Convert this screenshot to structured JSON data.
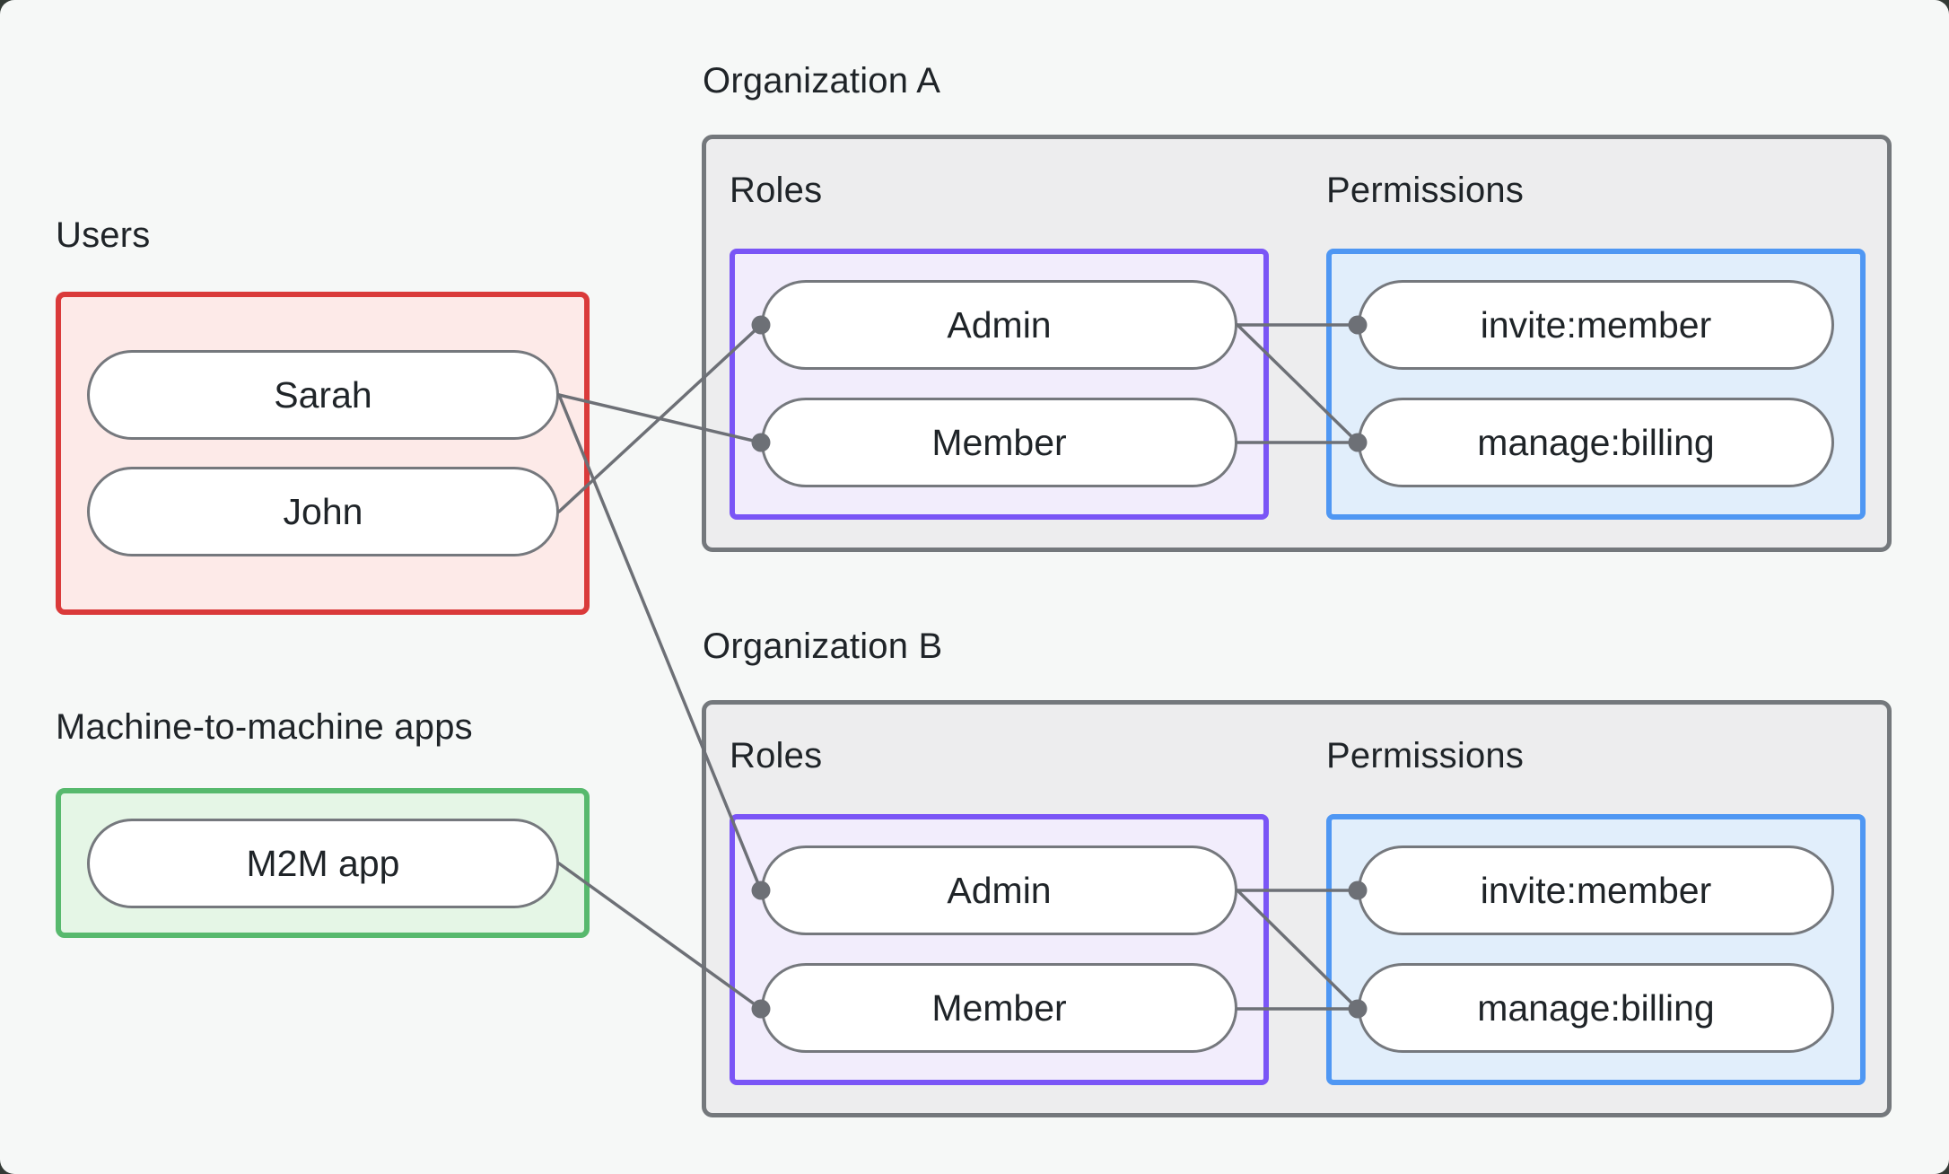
{
  "groups": {
    "users": {
      "label": "Users",
      "items": [
        "Sarah",
        "John"
      ]
    },
    "m2m": {
      "label": "Machine-to-machine apps",
      "items": [
        "M2M app"
      ]
    }
  },
  "organizations": [
    {
      "title": "Organization A",
      "roles_label": "Roles",
      "permissions_label": "Permissions",
      "roles": [
        "Admin",
        "Member"
      ],
      "permissions": [
        "invite:member",
        "manage:billing"
      ]
    },
    {
      "title": "Organization B",
      "roles_label": "Roles",
      "permissions_label": "Permissions",
      "roles": [
        "Admin",
        "Member"
      ],
      "permissions": [
        "invite:member",
        "manage:billing"
      ]
    }
  ],
  "connections": [
    {
      "from": "Sarah",
      "to": "Organization A / Member"
    },
    {
      "from": "John",
      "to": "Organization A / Admin"
    },
    {
      "from": "Sarah",
      "to": "Organization B / Admin"
    },
    {
      "from": "M2M app",
      "to": "Organization B / Member"
    },
    {
      "from": "Organization A / Admin",
      "to": "Organization A / invite:member"
    },
    {
      "from": "Organization A / Admin",
      "to": "Organization A / manage:billing"
    },
    {
      "from": "Organization A / Member",
      "to": "Organization A / manage:billing"
    },
    {
      "from": "Organization B / Admin",
      "to": "Organization B / invite:member"
    },
    {
      "from": "Organization B / Admin",
      "to": "Organization B / manage:billing"
    },
    {
      "from": "Organization B / Member",
      "to": "Organization B / manage:billing"
    }
  ],
  "colors": {
    "background": "#f6f8f7",
    "text": "#1f2428",
    "users_border": "#da3a3a",
    "users_fill": "#fdeae8",
    "m2m_border": "#57b96d",
    "m2m_fill": "#e5f6e6",
    "org_border": "#74787c",
    "org_fill": "#ededee",
    "roles_border": "#7a55f6",
    "roles_fill": "#f2edfc",
    "permissions_border": "#4f97f3",
    "permissions_fill": "#e1eefb",
    "pill_border": "#75787d",
    "pill_fill": "#ffffff",
    "connector": "#6d7076"
  }
}
